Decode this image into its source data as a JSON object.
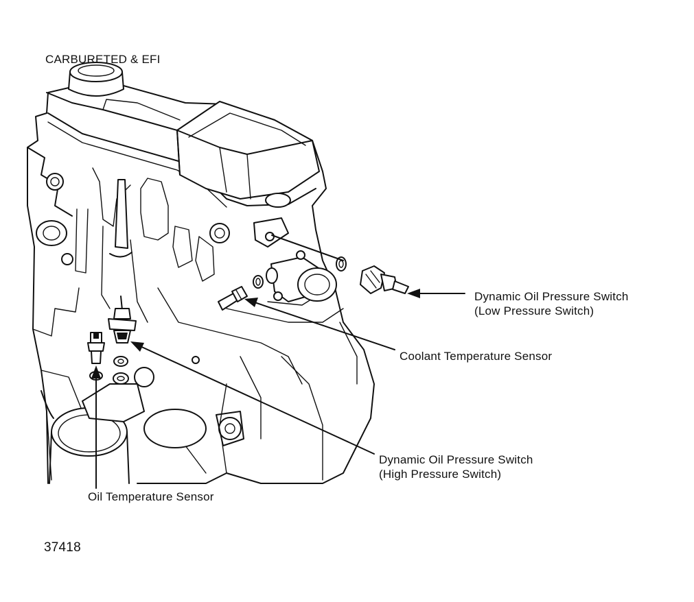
{
  "title": "CARBURETED & EFI",
  "figure_number": "37418",
  "callouts": {
    "low_pressure_switch": {
      "line1": "Dynamic Oil Pressure Switch",
      "line2": "(Low Pressure Switch)"
    },
    "coolant_sensor": {
      "line1": "Coolant Temperature Sensor"
    },
    "high_pressure_switch": {
      "line1": "Dynamic Oil Pressure Switch",
      "line2": "(High Pressure Switch)"
    },
    "oil_temp_sensor": {
      "line1": "Oil Temperature Sensor"
    }
  },
  "colors": {
    "ink": "#111111",
    "paper": "#ffffff"
  }
}
